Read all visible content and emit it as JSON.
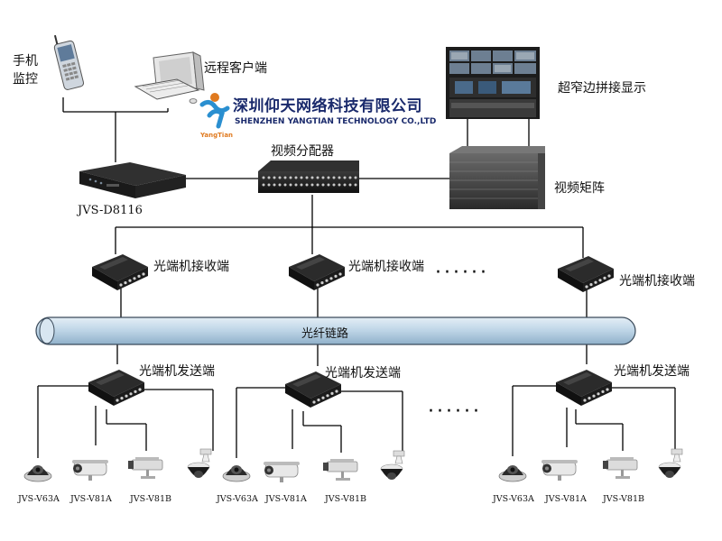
{
  "labels": {
    "phone": "手机\n监控",
    "remote_client": "远程客户端",
    "company_cn": "深圳仰天网络科技有限公司",
    "company_en": "SHENZHEN YANGTIAN TECHNOLOGY CO.,LTD",
    "brand": "YangTian",
    "video_wall": "超窄边拼接显示",
    "splitter": "视频分配器",
    "matrix": "视频矩阵",
    "dvr": "JVS-D8116",
    "receiver": "光端机接收端",
    "transmitter": "光端机发送端",
    "fiber": "光纤链路",
    "ellipsis": "······"
  },
  "camera_models": [
    "JVS-V63A",
    "JVS-V81A",
    "JVS-V81B"
  ],
  "colors": {
    "line": "#000000",
    "fiber_fill": "#bcd4e6",
    "fiber_stroke": "#3a4a5a",
    "logo_blue": "#1a2a6c",
    "logo_orange": "#e07a1f"
  }
}
